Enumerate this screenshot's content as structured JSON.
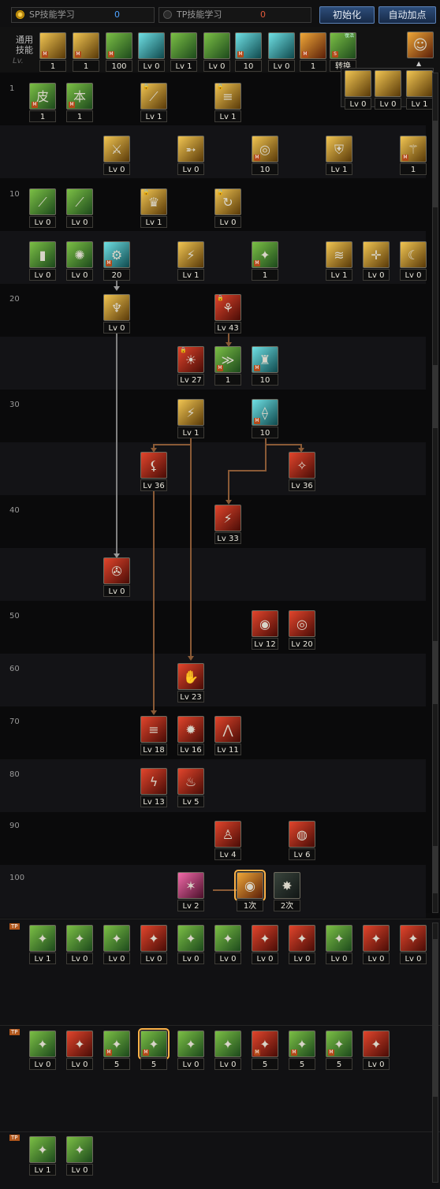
{
  "topbar": {
    "sp_tab": "SP技能学习",
    "sp_points": "0",
    "tp_tab": "TP技能学习",
    "tp_points": "0",
    "reset_button": "初始化",
    "auto_button": "自动加点"
  },
  "common": {
    "label": "通用技能",
    "lv_label": "Lv.",
    "skills": [
      {
        "cap": "1",
        "badge": "M",
        "icon": "slash-icon",
        "color": "gold"
      },
      {
        "cap": "1",
        "badge": "M",
        "icon": "flame-icon",
        "color": "gold"
      },
      {
        "cap": "100",
        "badge": "M",
        "icon": "crouch-icon",
        "color": "green"
      },
      {
        "cap": "Lv 0",
        "badge": "",
        "icon": "rune-icon",
        "color": "cyan"
      },
      {
        "cap": "Lv 1",
        "badge": "",
        "icon": "target-icon",
        "color": "green"
      },
      {
        "cap": "Lv 0",
        "badge": "",
        "icon": "rising-icon",
        "color": "green"
      },
      {
        "cap": "10",
        "badge": "M",
        "icon": "orb-icon",
        "color": "cyan"
      },
      {
        "cap": "Lv 0",
        "badge": "",
        "icon": "figure-icon",
        "color": "cyan"
      },
      {
        "cap": "1",
        "badge": "M",
        "icon": "burst-icon",
        "color": "orange"
      },
      {
        "cap": "转换",
        "badge": "S",
        "icon": "resurrect-icon",
        "color": "green",
        "extra": "復活"
      }
    ]
  },
  "popup": {
    "skills": [
      {
        "cap": "Lv 0",
        "icon": "blade-icon"
      },
      {
        "cap": "Lv 0",
        "icon": "wind-icon"
      },
      {
        "cap": "Lv 1",
        "icon": "spear-icon"
      }
    ]
  },
  "levels": [
    "1",
    "10",
    "20",
    "30",
    "40",
    "50",
    "60",
    "70",
    "80",
    "90",
    "100"
  ],
  "tree": [
    {
      "id": "s1",
      "cap": "1",
      "badge": "M",
      "glyph": "皮",
      "color": "green"
    },
    {
      "id": "s2",
      "cap": "1",
      "badge": "M",
      "glyph": "本",
      "color": "green"
    },
    {
      "id": "s3",
      "cap": "Lv 1",
      "badge": "",
      "glyph": "⟋",
      "color": "gold",
      "lock": true
    },
    {
      "id": "s4",
      "cap": "Lv 1",
      "badge": "",
      "glyph": "≡",
      "color": "gold",
      "lock": true
    },
    {
      "id": "s5",
      "cap": "Lv 0",
      "badge": "",
      "glyph": "⚔",
      "color": "gold"
    },
    {
      "id": "s6",
      "cap": "Lv 0",
      "badge": "",
      "glyph": "➵",
      "color": "gold"
    },
    {
      "id": "s7",
      "cap": "10",
      "badge": "M",
      "glyph": "◎",
      "color": "gold"
    },
    {
      "id": "s8",
      "cap": "Lv 1",
      "badge": "",
      "glyph": "⛨",
      "color": "gold"
    },
    {
      "id": "s9",
      "cap": "1",
      "badge": "M",
      "glyph": "⚚",
      "color": "gold"
    },
    {
      "id": "s10",
      "cap": "Lv 0",
      "badge": "",
      "glyph": "⟋",
      "color": "green"
    },
    {
      "id": "s11",
      "cap": "Lv 0",
      "badge": "",
      "glyph": "⟋",
      "color": "green"
    },
    {
      "id": "s12",
      "cap": "Lv 1",
      "badge": "",
      "glyph": "♛",
      "color": "gold",
      "lock": true
    },
    {
      "id": "s13",
      "cap": "Lv 0",
      "badge": "",
      "glyph": "↻",
      "color": "gold",
      "lock": true
    },
    {
      "id": "s14",
      "cap": "Lv 0",
      "badge": "",
      "glyph": "▮",
      "color": "green"
    },
    {
      "id": "s15",
      "cap": "Lv 0",
      "badge": "",
      "glyph": "✺",
      "color": "green"
    },
    {
      "id": "s16",
      "cap": "20",
      "badge": "M",
      "glyph": "⚙",
      "color": "cyan"
    },
    {
      "id": "s17",
      "cap": "Lv 1",
      "badge": "",
      "glyph": "⚡",
      "color": "gold"
    },
    {
      "id": "s18",
      "cap": "1",
      "badge": "M",
      "glyph": "✦",
      "color": "green"
    },
    {
      "id": "s19",
      "cap": "Lv 1",
      "badge": "",
      "glyph": "≋",
      "color": "gold"
    },
    {
      "id": "s20",
      "cap": "Lv 0",
      "badge": "",
      "glyph": "✛",
      "color": "gold"
    },
    {
      "id": "s21",
      "cap": "Lv 0",
      "badge": "",
      "glyph": "☾",
      "color": "gold"
    },
    {
      "id": "s22",
      "cap": "Lv 0",
      "badge": "",
      "glyph": "♆",
      "color": "gold"
    },
    {
      "id": "s23",
      "cap": "Lv 43",
      "badge": "",
      "glyph": "⚘",
      "color": "red",
      "lock": true
    },
    {
      "id": "s24",
      "cap": "Lv 27",
      "badge": "",
      "glyph": "☀",
      "color": "red",
      "lock": true
    },
    {
      "id": "s25",
      "cap": "1",
      "badge": "M",
      "glyph": "≫",
      "color": "green"
    },
    {
      "id": "s26",
      "cap": "10",
      "badge": "M",
      "glyph": "♜",
      "color": "cyan"
    },
    {
      "id": "s27",
      "cap": "Lv 1",
      "badge": "",
      "glyph": "⚡",
      "color": "gold"
    },
    {
      "id": "s28",
      "cap": "10",
      "badge": "M",
      "glyph": "⟠",
      "color": "cyan"
    },
    {
      "id": "s29",
      "cap": "Lv 36",
      "badge": "",
      "glyph": "⚸",
      "color": "red"
    },
    {
      "id": "s30",
      "cap": "Lv 36",
      "badge": "",
      "glyph": "✧",
      "color": "red"
    },
    {
      "id": "s31",
      "cap": "Lv 33",
      "badge": "",
      "glyph": "⚡",
      "color": "red"
    },
    {
      "id": "s32",
      "cap": "Lv 0",
      "badge": "",
      "glyph": "✇",
      "color": "red"
    },
    {
      "id": "s33",
      "cap": "Lv 12",
      "badge": "",
      "glyph": "◉",
      "color": "red"
    },
    {
      "id": "s34",
      "cap": "Lv 20",
      "badge": "",
      "glyph": "◎",
      "color": "red"
    },
    {
      "id": "s35",
      "cap": "Lv 23",
      "badge": "",
      "glyph": "✋",
      "color": "red"
    },
    {
      "id": "s36",
      "cap": "Lv 18",
      "badge": "",
      "glyph": "≡",
      "color": "red"
    },
    {
      "id": "s37",
      "cap": "Lv 16",
      "badge": "",
      "glyph": "✹",
      "color": "red"
    },
    {
      "id": "s38",
      "cap": "Lv 11",
      "badge": "",
      "glyph": "⋀",
      "color": "red"
    },
    {
      "id": "s39",
      "cap": "Lv 13",
      "badge": "",
      "glyph": "ϟ",
      "color": "red"
    },
    {
      "id": "s40",
      "cap": "Lv 5",
      "badge": "",
      "glyph": "♨",
      "color": "red"
    },
    {
      "id": "s41",
      "cap": "Lv 4",
      "badge": "",
      "glyph": "♙",
      "color": "red"
    },
    {
      "id": "s42",
      "cap": "Lv 6",
      "badge": "",
      "glyph": "◍",
      "color": "red"
    },
    {
      "id": "s43",
      "cap": "Lv 2",
      "badge": "",
      "glyph": "✶",
      "color": "pink"
    },
    {
      "id": "s44",
      "cap": "1次",
      "badge": "",
      "glyph": "◉",
      "color": "orange",
      "sel": true
    },
    {
      "id": "s45",
      "cap": "2次",
      "badge": "",
      "glyph": "✸",
      "color": "dark"
    }
  ],
  "tp": [
    {
      "label": "TP",
      "skills": [
        {
          "cap": "Lv 1",
          "color": "green"
        },
        {
          "cap": "Lv 0",
          "color": "green"
        },
        {
          "cap": "Lv 0",
          "color": "green"
        },
        {
          "cap": "Lv 0",
          "color": "red"
        },
        {
          "cap": "Lv 0",
          "color": "green"
        },
        {
          "cap": "Lv 0",
          "color": "green"
        },
        {
          "cap": "Lv 0",
          "color": "red"
        },
        {
          "cap": "Lv 0",
          "color": "red"
        },
        {
          "cap": "Lv 0",
          "color": "green"
        },
        {
          "cap": "Lv 0",
          "color": "red"
        },
        {
          "cap": "Lv 0",
          "color": "red"
        }
      ]
    },
    {
      "label": "TP",
      "skills": [
        {
          "cap": "Lv 0",
          "color": "green"
        },
        {
          "cap": "Lv 0",
          "color": "red"
        },
        {
          "cap": "5",
          "color": "green",
          "badge": "M"
        },
        {
          "cap": "5",
          "color": "green",
          "badge": "M",
          "sel": true
        },
        {
          "cap": "Lv 0",
          "color": "green"
        },
        {
          "cap": "Lv 0",
          "color": "green"
        },
        {
          "cap": "5",
          "color": "red",
          "badge": "M"
        },
        {
          "cap": "5",
          "color": "green",
          "badge": "M"
        },
        {
          "cap": "5",
          "color": "green",
          "badge": "M"
        },
        {
          "cap": "Lv 0",
          "color": "red"
        }
      ]
    },
    {
      "label": "TP",
      "skills": [
        {
          "cap": "Lv 1",
          "color": "green"
        },
        {
          "cap": "Lv 0",
          "color": "green"
        }
      ]
    }
  ]
}
